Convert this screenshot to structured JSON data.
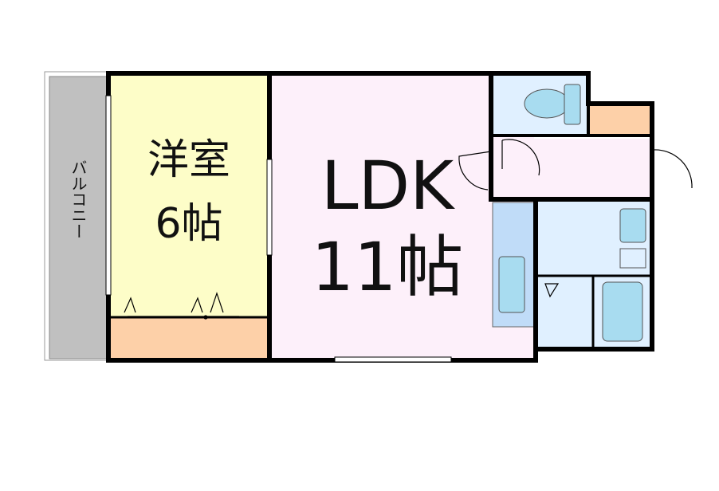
{
  "rooms": {
    "balcony": {
      "label": "バルコニー"
    },
    "western_room": {
      "name": "洋室",
      "size": "6帖"
    },
    "ldk": {
      "name": "LDK",
      "size": "11帖"
    }
  },
  "colors": {
    "balcony": "#c0c0c0",
    "western_room": "#fdfdc8",
    "ldk": "#fdf0fa",
    "storage": "#fdd0a8",
    "wet_area": "#e0f0ff",
    "fixture": "#a8dcf0",
    "wall": "#000000"
  }
}
